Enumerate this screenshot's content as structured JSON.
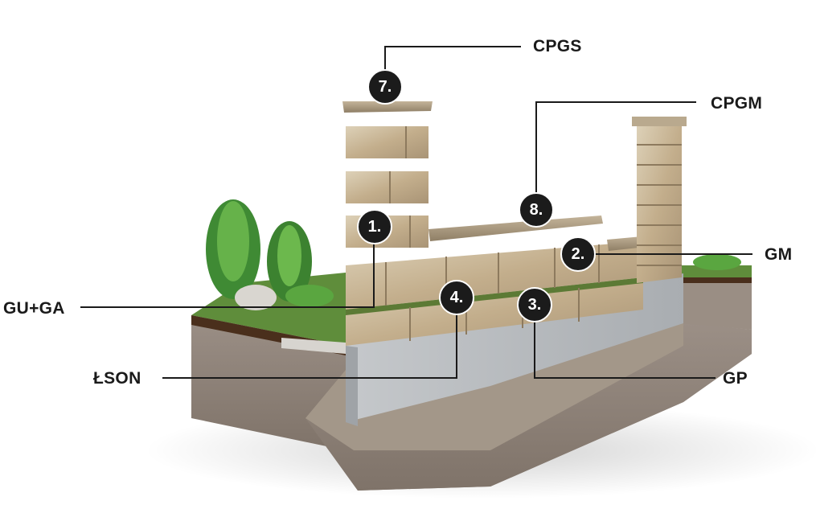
{
  "labels": {
    "cpgs": "CPGS",
    "cpgm": "CPGM",
    "gm": "GM",
    "gu_ga": "GU+GA",
    "lson": "ŁSON",
    "gp": "GP"
  },
  "badges": {
    "b1": "1.",
    "b2": "2.",
    "b3": "3.",
    "b4": "4.",
    "b7": "7.",
    "b8": "8."
  },
  "colors": {
    "badge": "#1b1b1b",
    "leader_line": "#1a1a1a",
    "stone": "#c8b79a",
    "concrete": "#b9bcbf",
    "soil": "#8a7d73",
    "grass": "#5e8a3a"
  }
}
